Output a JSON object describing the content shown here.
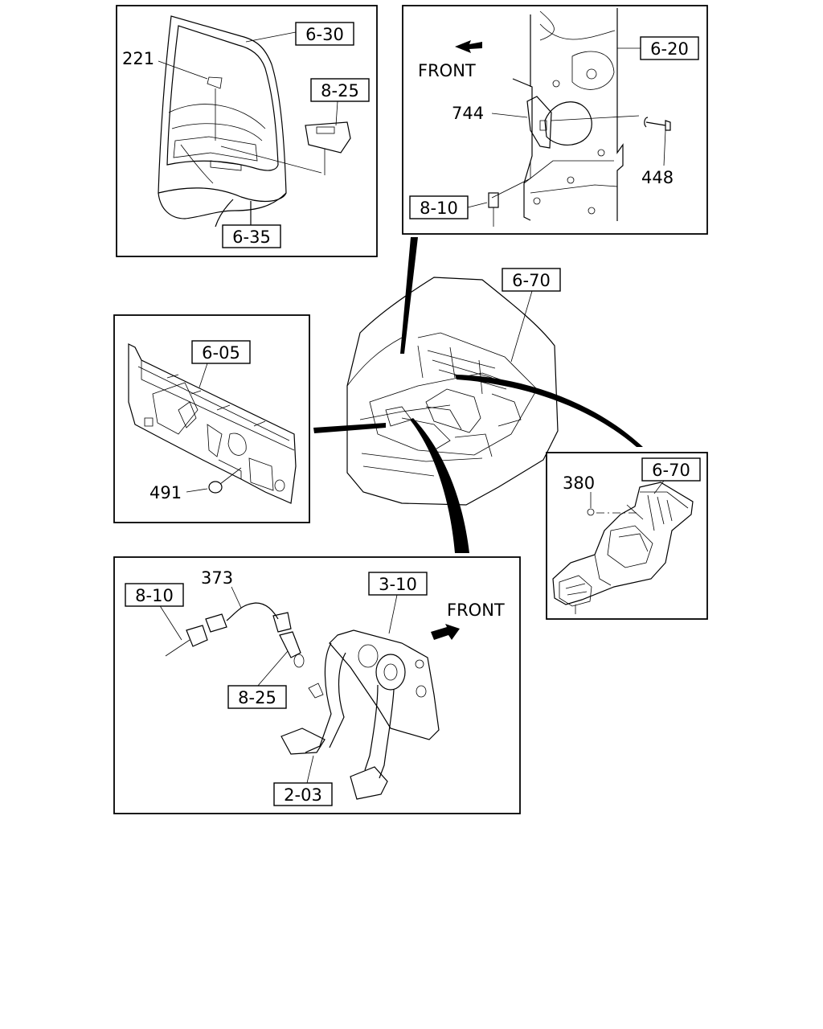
{
  "panels": {
    "door": {
      "callouts": {
        "door_ref": "6-30",
        "lamp_part": "221",
        "switch_ref": "8-25",
        "trim_ref": "6-35"
      }
    },
    "pillar": {
      "front_label": "FRONT",
      "callouts": {
        "body_ref": "6-20",
        "switch_part": "744",
        "screw_part": "448",
        "harness_ref": "8-10"
      }
    },
    "dash": {
      "callouts": {
        "dash_ref": "6-05",
        "grommet_part": "491"
      }
    },
    "cab": {
      "callouts": {
        "floor_ref": "6-70"
      }
    },
    "floor": {
      "callouts": {
        "floor_ref": "6-70",
        "plug_part": "380"
      }
    },
    "pedal": {
      "front_label": "FRONT",
      "callouts": {
        "harness_ref": "8-10",
        "cable_part": "373",
        "bracket_ref": "3-10",
        "switch_ref": "8-25",
        "pedal_ref": "2-03"
      }
    }
  }
}
